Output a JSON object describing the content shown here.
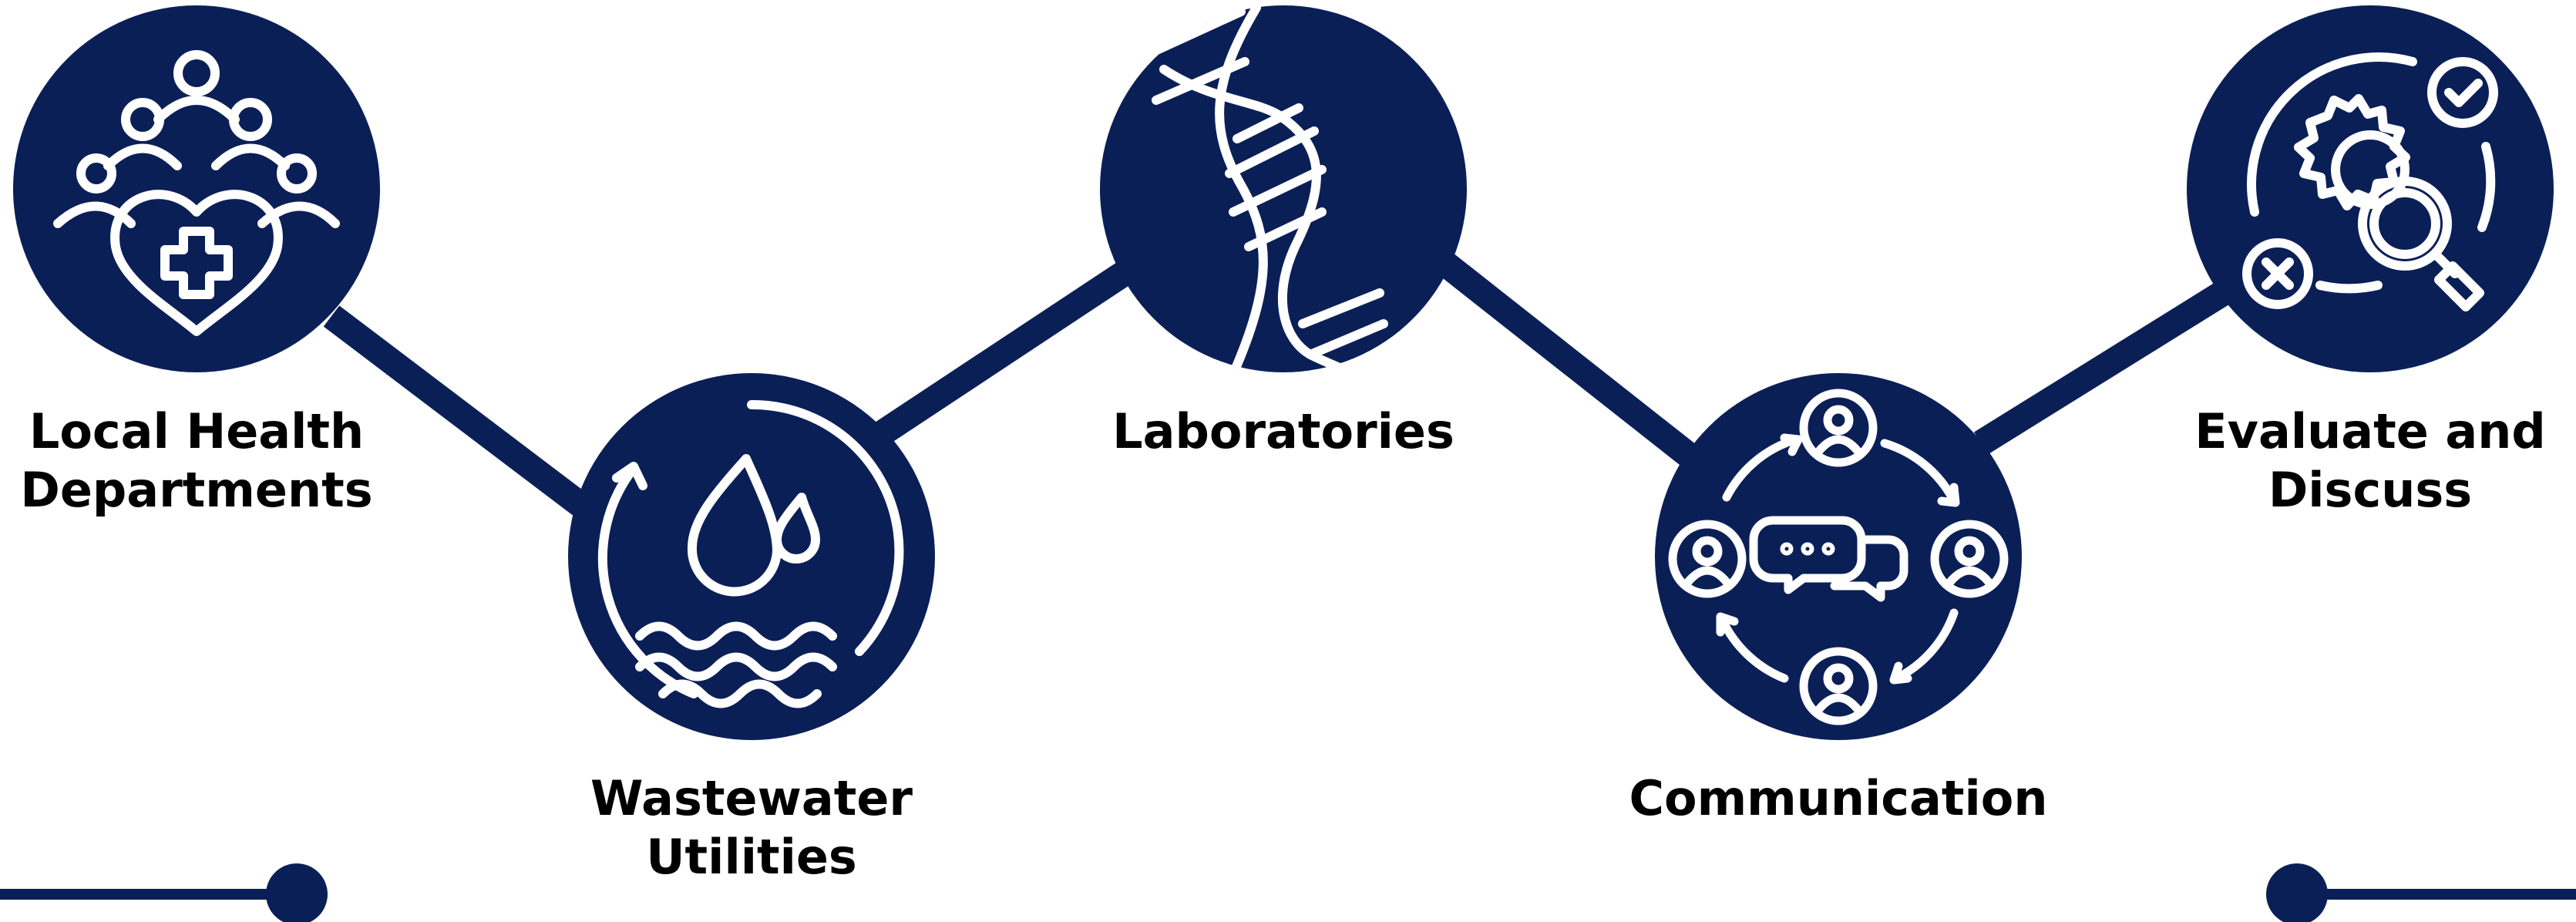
{
  "colors": {
    "primary": "#0b1f57",
    "icon_line": "#ffffff",
    "text": "#000000",
    "background": "#ffffff"
  },
  "steps": [
    {
      "name": "local-health",
      "icon": "people-heart-medical-cross-icon",
      "label_lines": [
        "Local Health",
        "Departments"
      ]
    },
    {
      "name": "wastewater",
      "icon": "water-drops-waves-icon",
      "label_lines": [
        "Wastewater",
        "Utilities"
      ]
    },
    {
      "name": "laboratories",
      "icon": "dna-helix-icon",
      "label_lines": [
        "Laboratories"
      ]
    },
    {
      "name": "communication",
      "icon": "people-chat-cycle-icon",
      "label_lines": [
        "Communication"
      ]
    },
    {
      "name": "evaluate",
      "icon": "gear-magnifier-check-cross-icon",
      "label_lines": [
        "Evaluate and",
        "Discuss"
      ]
    }
  ]
}
